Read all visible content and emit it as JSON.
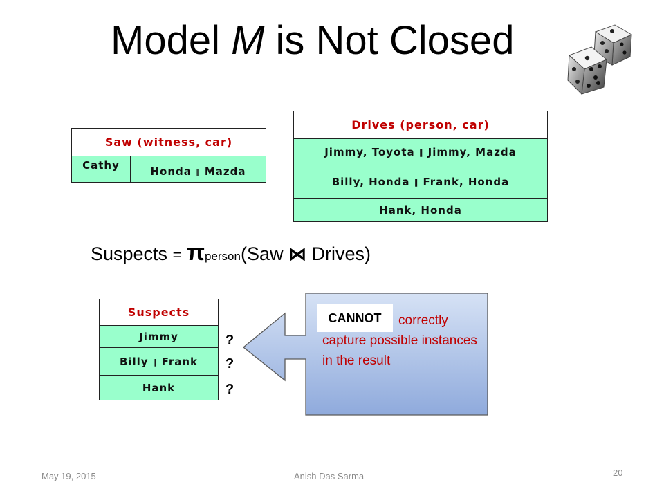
{
  "slide": {
    "title_prefix": "Model ",
    "title_var": "M",
    "title_suffix": " is Not Closed"
  },
  "saw_table": {
    "header": "Saw (witness, car)",
    "witness": "Cathy",
    "car_left": "Honda",
    "car_right": "Mazda"
  },
  "drives_table": {
    "header": "Drives (person, car)",
    "rows": [
      {
        "left": "Jimmy, Toyota",
        "right": "Jimmy, Mazda"
      },
      {
        "left": "Billy, Honda",
        "right": "Frank, Honda"
      },
      {
        "single": "Hank, Honda"
      }
    ]
  },
  "formula": {
    "lhs": "Suspects",
    "eq": "=",
    "pi": "π",
    "subscript": "person",
    "open": "(Saw ",
    "join": "⋈",
    "close": " Drives)"
  },
  "suspects_table": {
    "header": "Suspects",
    "rows": [
      {
        "single": "Jimmy"
      },
      {
        "left": "Billy",
        "right": "Frank"
      },
      {
        "single": "Hank"
      }
    ],
    "marks": [
      "?",
      "?",
      "?"
    ]
  },
  "callout": {
    "badge": "CANNOT",
    "text": "correctly capture possible instances in the result",
    "fill_top": "#d6e2f5",
    "fill_bottom": "#8faadc"
  },
  "separator": "‖",
  "footer": {
    "date": "May 19, 2015",
    "author": "Anish Das Sarma",
    "page": "20"
  },
  "colors": {
    "header_red": "#c00000",
    "row_green": "#99ffcc"
  },
  "icons": [
    "dice-icon",
    "arrow-callout-shape"
  ]
}
